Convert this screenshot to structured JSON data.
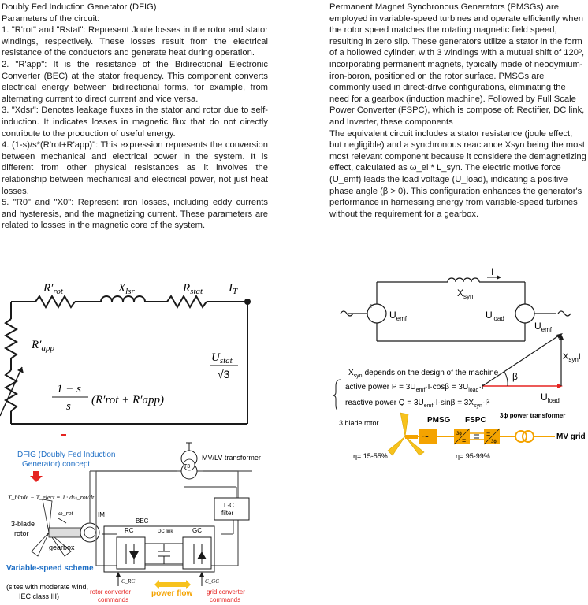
{
  "left": {
    "title": "Doubly Fed Induction Generator (DFIG)",
    "intro": "Parameters of the circuit:",
    "items": [
      "1. \"R'rot\" and \"Rstat\": Represent Joule losses in the rotor and stator windings, respectively. These losses result from the electrical resistance of the conductors and generate heat during operation.",
      "2. \"R'app\": It is the resistance of the Bidirectional Electronic Converter (BEC) at the stator frequency. This component converts electrical energy between bidirectional forms, for example, from alternating current to direct current and vice versa.",
      "3. \"Xdsr\": Denotes leakage fluxes in the stator and rotor due to self-induction. It indicates losses in magnetic flux that do not directly contribute to the production of useful energy.",
      "4. (1-s)/s*(R'rot+R'app)\": This expression represents the conversion between mechanical and electrical power in the system. It is different from other physical resistances as it involves the relationship between mechanical and electrical power, not just heat losses.",
      "5. \"R0\" and \"X0\": Represent iron losses, including eddy currents and hysteresis, and the magnetizing current. These parameters are related to losses in the magnetic core of the system."
    ]
  },
  "right": {
    "paragraphs": [
      "Permanent Magnet Synchronous Generators (PMSGs) are employed in variable-speed turbines and operate efficiently when the rotor speed matches the rotating magnetic field speed, resulting in zero slip. These generators utilize a stator in the form of a hollowed cylinder, with 3 windings with a mutual shift of 120º, incorporating permanent magnets, typically made of neodymium-iron-boron, positioned on the rotor surface. PMSGs are commonly used in direct-drive configurations, eliminating the need for a gearbox (induction machine). Followed by Full Scale Power Converter (FSPC), which is compose of: Rectifier, DC link, and Inverter, these components",
      "The equivalent circuit includes a stator resistance (joule effect, but negligible) and a synchronous reactance Xsyn being the most most relevant component because it considere the demagnetizing effect, calculated as ω_el * L_syn. The electric motive force (U_emf) leads the load voltage (U_load), indicating a positive phase angle (β > 0). This configuration enhances the generator's performance in harnessing energy from variable-speed turbines without the requirement for a gearbox."
    ]
  },
  "circuit1": {
    "r_rot_base": "R′",
    "r_rot_sub": "rot",
    "x_lsr_base": "X",
    "x_lsr_sub": "lsr",
    "r_stat_base": "R",
    "r_stat_sub": "stat",
    "i_base": "I",
    "i_sub": "T",
    "r_app_base": "R′",
    "r_app_sub": "app",
    "u_stat": "U",
    "u_stat_sub": "stat",
    "sqrt3": "√3",
    "frac_num": "1 − s",
    "frac_den": "s",
    "frac_expr": "(R′rot + R′app)"
  },
  "pmsg_circuit": {
    "i_label": "I",
    "xsyn": "X",
    "xsyn_sub": "syn",
    "uemf": "U",
    "uemf_sub": "emf",
    "uload": "U",
    "uload_sub": "load",
    "plus": "+",
    "depends": "depends on the design of the machine",
    "active": "active power P = 3U",
    "active_rest": "·I·cosβ = 3U",
    "active_end": "·I",
    "reactive": "reactive power Q = 3U",
    "reactive_rest": "·I·sinβ = 3X",
    "reactive_end": "·I²"
  },
  "phasor": {
    "uemf": "U",
    "uemf_sub": "emf",
    "xsyn": "X",
    "xsyn_sub": "syn",
    "xsyn_i": "I",
    "beta": "β",
    "uload": "U",
    "uload_sub": "load"
  },
  "pmsg_chain": {
    "rotor": "3 blade rotor",
    "pmsg": "PMSG",
    "fspc": "FSPC",
    "transformer": "3ϕ power transformer",
    "grid": "MV grid",
    "eta1": "η= 15-55%",
    "eta2": "η= 95-99%",
    "ac": "~",
    "phase3a": "3ϕ",
    "phase3b": "3ϕ",
    "eq1": "=",
    "eq2": "="
  },
  "dfig": {
    "title1": "DFIG (Doubly Fed Induction",
    "title2": "Generator) concept",
    "equation": "T_blade − T_elect = J · dω_rot/dt",
    "rotor1": "3-blade",
    "rotor2": "rotor",
    "omega": "ω_rot",
    "gearbox": "gearbox",
    "scheme": "Variable-speed scheme",
    "sites1": "(sites with moderate wind,",
    "sites2": "IEC class III)",
    "transformer": "MV/LV transformer",
    "t3": "T3",
    "im": "IM",
    "bec": "BEC",
    "lc1": "L-C",
    "lc2": "filter",
    "rc": "RC",
    "gc": "GC",
    "dclink": "DC link",
    "crc": "C_RC",
    "cgc": "C_GC",
    "powerflow": "power flow",
    "rotor_cmd1": "rotor converter",
    "rotor_cmd2": "commands",
    "grid_cmd1": "grid converter",
    "grid_cmd2": "commands"
  },
  "colors": {
    "red": "#e52421",
    "blue": "#1f6fc5",
    "yellow": "#f7c21d",
    "orange": "#f4a300",
    "dark": "#1a1a1a"
  }
}
